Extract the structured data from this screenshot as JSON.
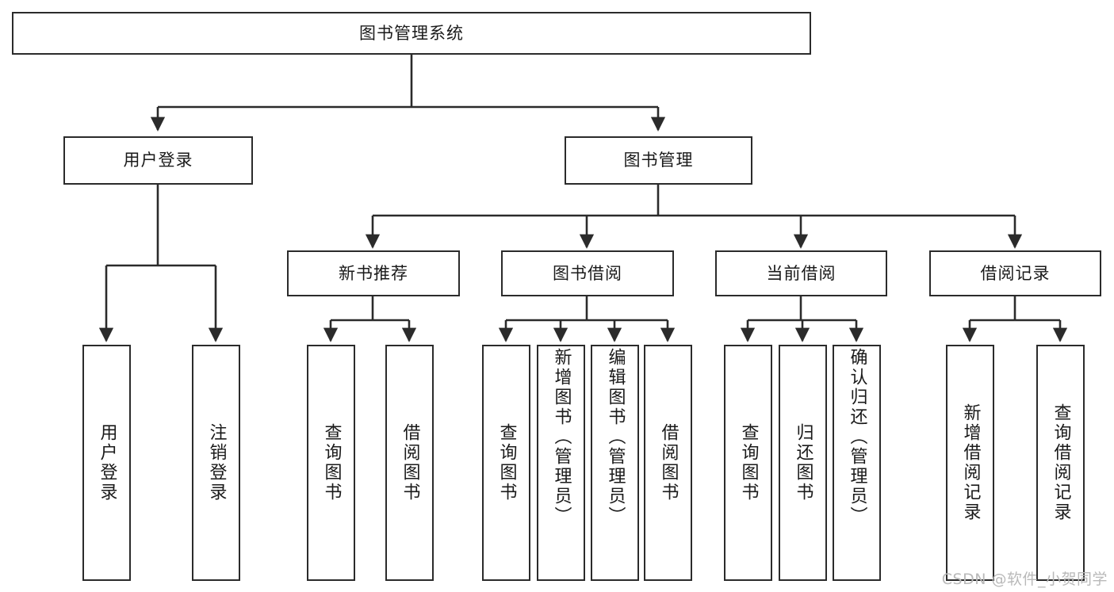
{
  "diagram": {
    "title": "图书管理系统",
    "watermark": "CSDN @软件_小贺同学",
    "line_color": "#2b2b2b",
    "box_fill": "#ffffff",
    "text_color": "#1a1a1a",
    "watermark_color": "#b9b9b9",
    "root": {
      "label": "图书管理系统"
    },
    "level2": [
      {
        "label": "用户登录"
      },
      {
        "label": "图书管理"
      }
    ],
    "level3": [
      {
        "label": "新书推荐"
      },
      {
        "label": "图书借阅"
      },
      {
        "label": "当前借阅"
      },
      {
        "label": "借阅记录"
      }
    ],
    "leaves": {
      "user_login": [
        {
          "label": "用户登录"
        },
        {
          "label": "注销登录"
        }
      ],
      "new_book_recommend": [
        {
          "label": "查询图书"
        },
        {
          "label": "借阅图书"
        }
      ],
      "book_borrow": [
        {
          "label": "查询图书"
        },
        {
          "label": "新增图书（管理员）"
        },
        {
          "label": "编辑图书（管理员）"
        },
        {
          "label": "借阅图书"
        }
      ],
      "current_borrow": [
        {
          "label": "查询图书"
        },
        {
          "label": "归还图书"
        },
        {
          "label": "确认归还（管理员）"
        }
      ],
      "borrow_record": [
        {
          "label": "新增借阅记录"
        },
        {
          "label": "查询借阅记录"
        }
      ]
    }
  }
}
